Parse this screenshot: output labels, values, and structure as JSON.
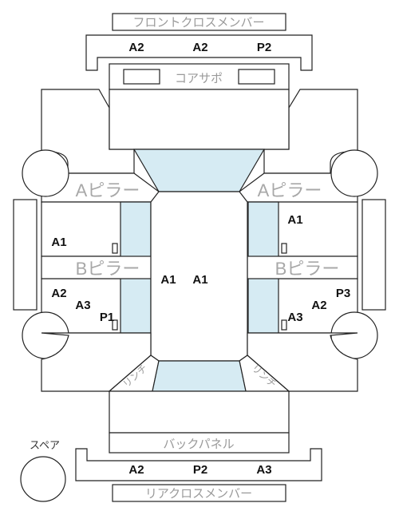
{
  "labels": {
    "front_cross_member": "フロントクロスメンバー",
    "core_support": "コアサポ",
    "a_pillar": "Aピラー",
    "b_pillar": "Bピラー",
    "back_panel": "バックパネル",
    "rear_cross_member": "リアクロスメンバー",
    "spare": "スペア",
    "front_corner": "リンチ",
    "rear_corner": "リンチ"
  },
  "grades": {
    "front_cross_left": "A2",
    "front_cross_center": "A2",
    "front_cross_right": "P2",
    "left_front_door": "A1",
    "left_rear_a": "A2",
    "left_rear_b": "A3",
    "left_rear_c": "P1",
    "roof_left": "A1",
    "roof_right": "A1",
    "right_front_door": "A1",
    "right_rear_a": "P3",
    "right_rear_b": "A2",
    "right_rear_c": "A3",
    "rear_cross_left": "A2",
    "rear_cross_center": "P2",
    "rear_cross_right": "A3"
  },
  "colors": {
    "glass": "#d6ebf3",
    "outline": "#222222",
    "label_gray": "#9a9a9a"
  }
}
